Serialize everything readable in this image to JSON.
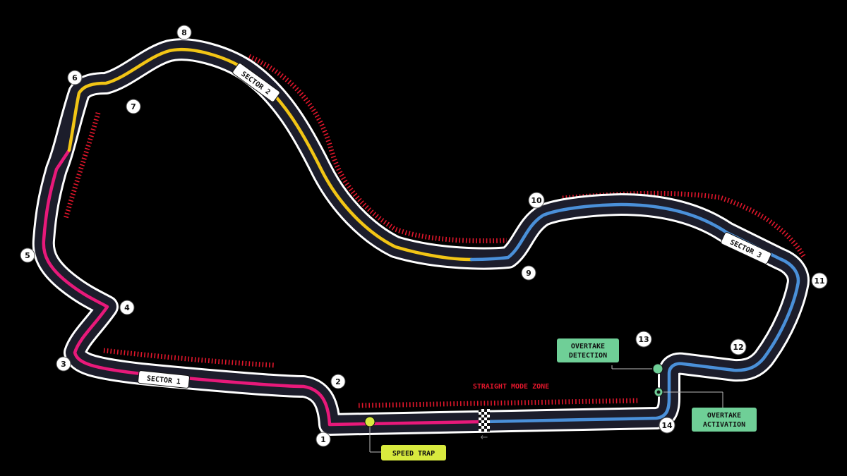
{
  "colors": {
    "background": "#000000",
    "track_surface": "#1c1d2b",
    "track_border": "#ffffff",
    "sector_1": "#e8197a",
    "sector_2": "#f2c515",
    "sector_3": "#4a90d9",
    "kerb_red": "#e0162b",
    "speed_trap": "#d8ea3e",
    "overtake": "#6fcf97"
  },
  "sectors": [
    {
      "label": "SECTOR 1",
      "color_key": "sector_1"
    },
    {
      "label": "SECTOR 2",
      "color_key": "sector_2"
    },
    {
      "label": "SECTOR 3",
      "color_key": "sector_3"
    }
  ],
  "corners": [
    "1",
    "2",
    "3",
    "4",
    "5",
    "6",
    "7",
    "8",
    "9",
    "10",
    "11",
    "12",
    "13",
    "14"
  ],
  "zones": {
    "straight_mode": "STRAIGHT MODE ZONE"
  },
  "callouts": {
    "speed_trap": "SPEED TRAP",
    "overtake_detection": [
      "OVERTAKE",
      "DETECTION"
    ],
    "overtake_activation": [
      "OVERTAKE",
      "ACTIVATION"
    ]
  },
  "direction_arrow": "←"
}
